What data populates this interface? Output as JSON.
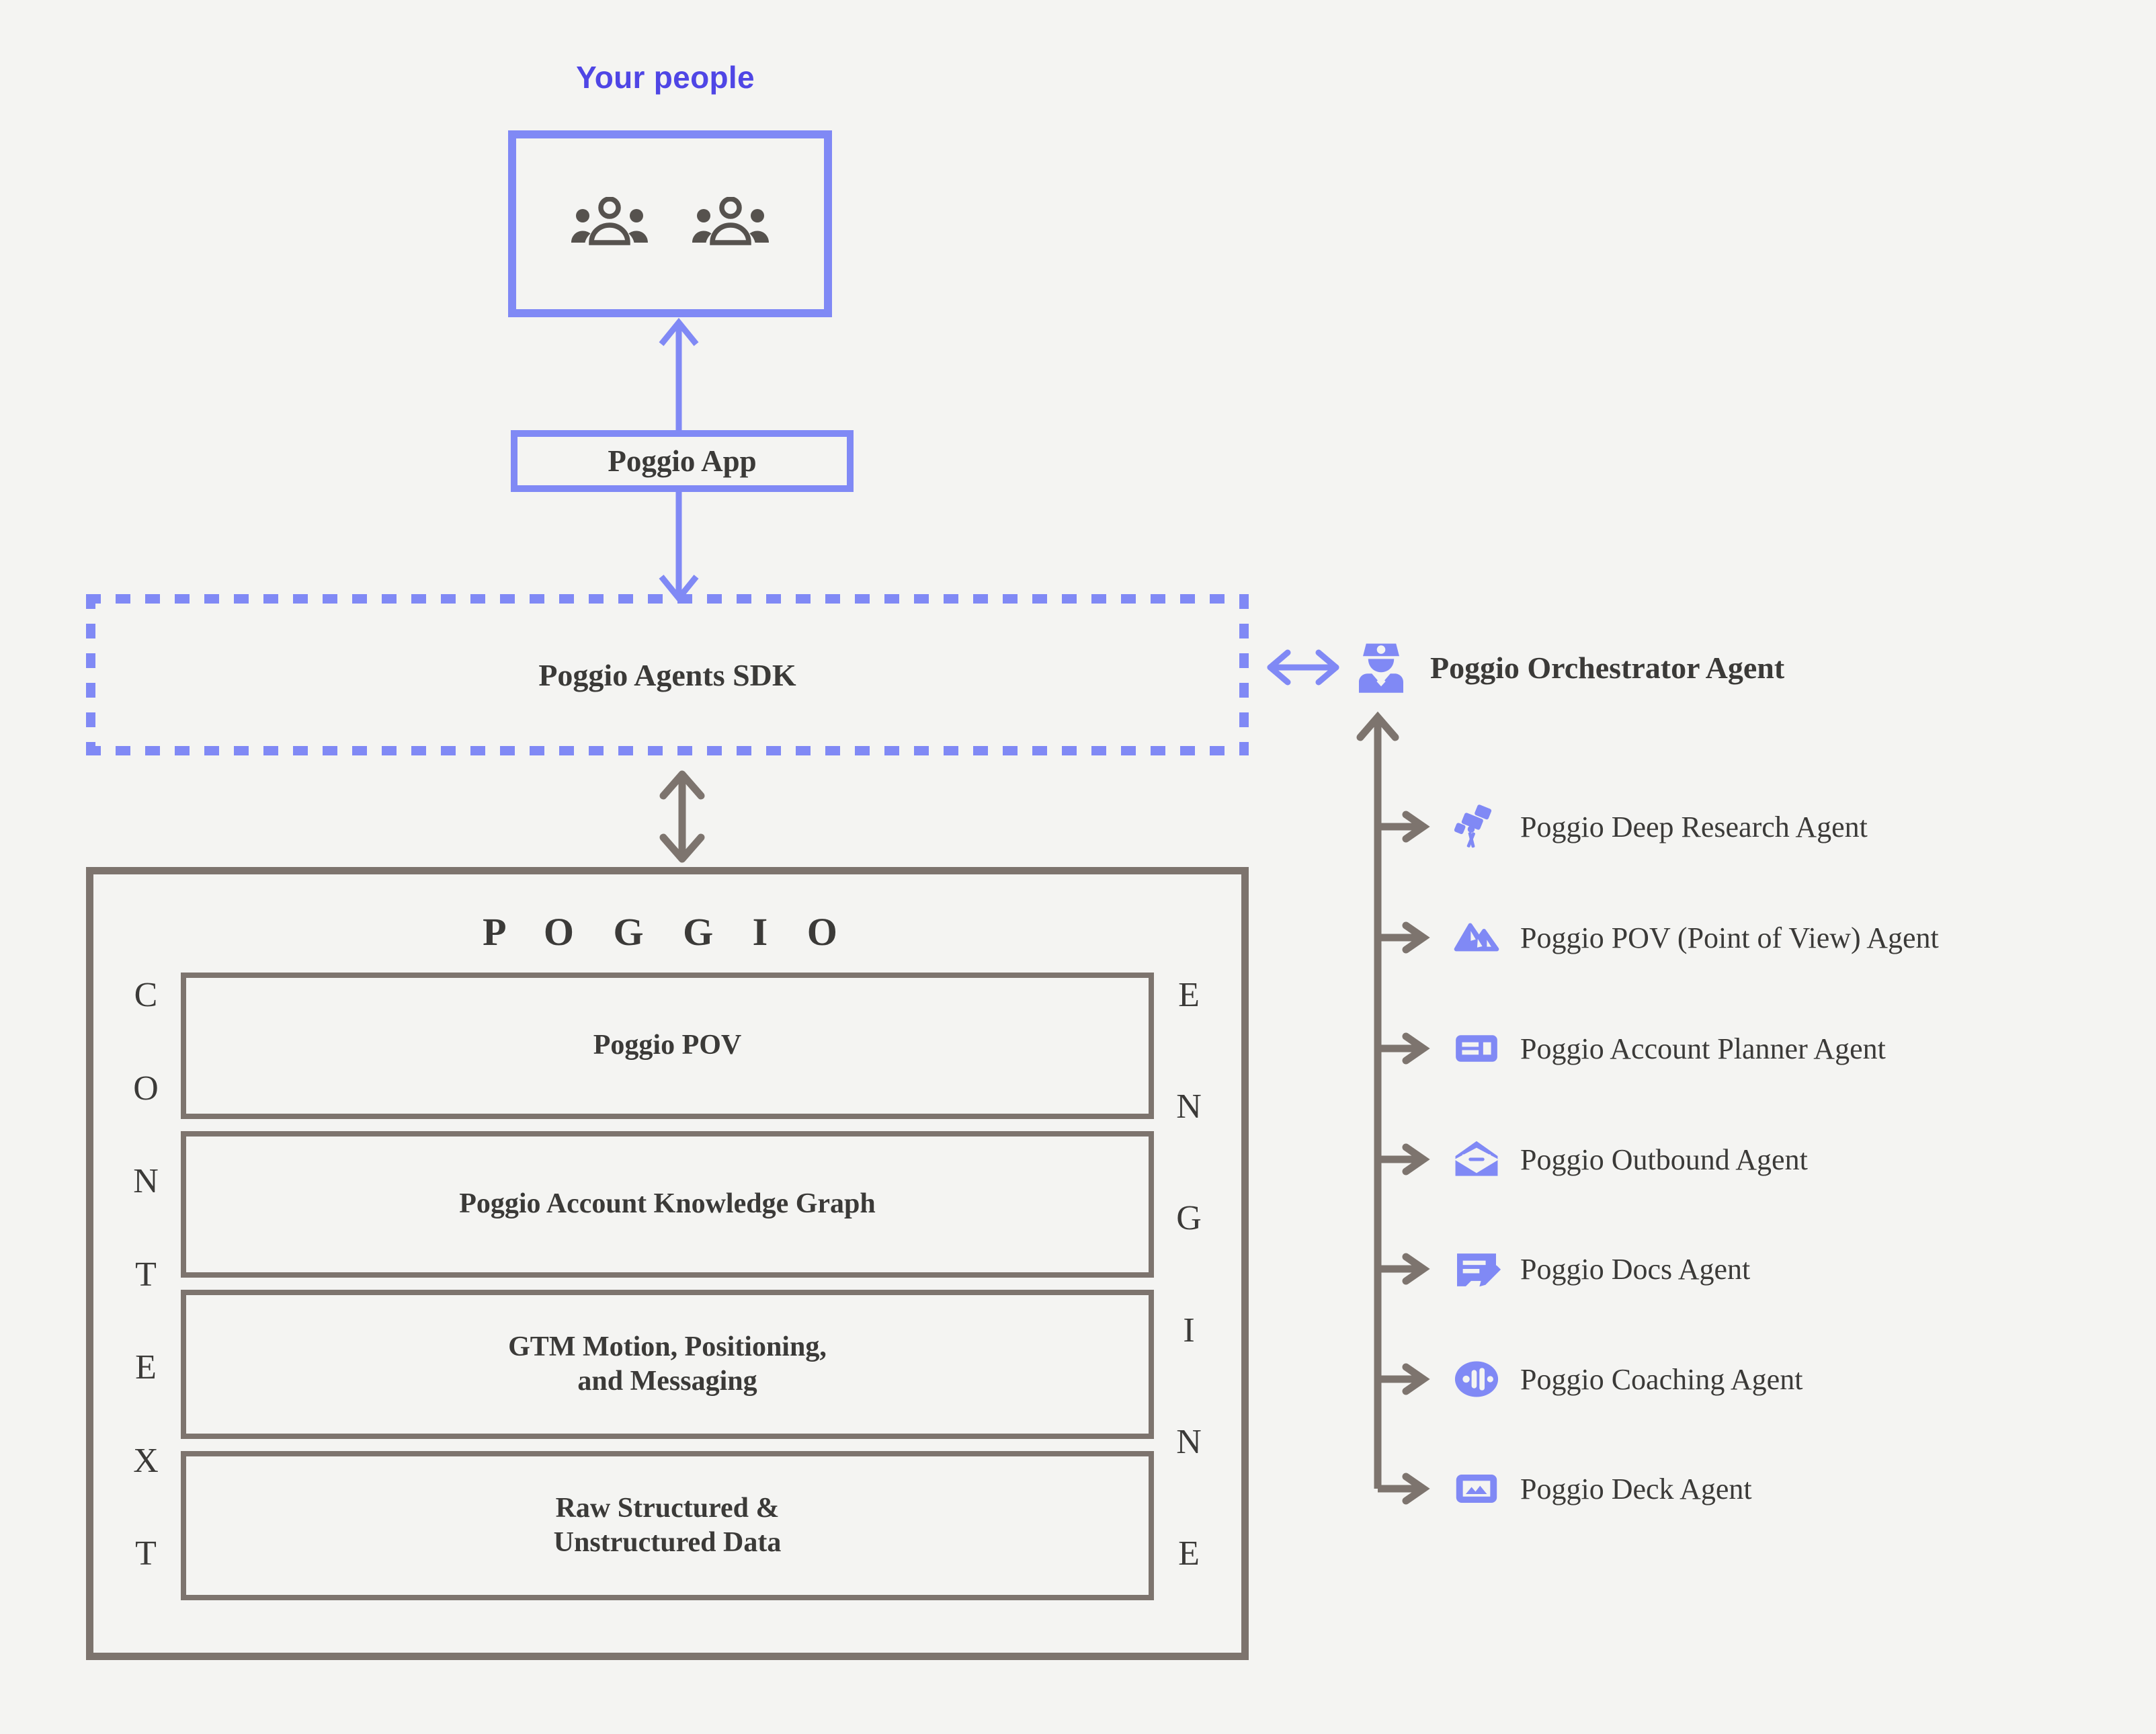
{
  "colors": {
    "background": "#f4f4f2",
    "accent_blue": "#8089f5",
    "label_indigo": "#4f46e5",
    "frame_gray": "#7d746e",
    "text_dark": "#3b3a38"
  },
  "top": {
    "people_label": "Your people",
    "people_icon_name": "groups-icon",
    "app_label": "Poggio App"
  },
  "sdk": {
    "label": "Poggio Agents SDK"
  },
  "orchestrator": {
    "label": "Poggio Orchestrator Agent",
    "icon": "support-agent-icon",
    "link_icon": "bidirectional-arrow-icon"
  },
  "engine": {
    "wordmark": "P O G G I O",
    "left_word": "CONTEXT",
    "right_word": "ENGINE",
    "layers": [
      {
        "label": "Poggio POV"
      },
      {
        "label": "Poggio Account Knowledge Graph"
      },
      {
        "label": "GTM Motion, Positioning,\nand Messaging"
      },
      {
        "label": "Raw Structured &\nUnstructured Data"
      }
    ]
  },
  "agents": [
    {
      "label": "Poggio Deep Research Agent",
      "icon": "telescope-icon"
    },
    {
      "label": "Poggio POV (Point of View) Agent",
      "icon": "mountain-icon"
    },
    {
      "label": "Poggio Account Planner Agent",
      "icon": "planner-card-icon"
    },
    {
      "label": "Poggio Outbound Agent",
      "icon": "open-envelope-icon"
    },
    {
      "label": "Poggio Docs Agent",
      "icon": "note-pencil-icon"
    },
    {
      "label": "Poggio Coaching Agent",
      "icon": "waveform-circle-icon"
    },
    {
      "label": "Poggio Deck Agent",
      "icon": "image-frame-icon"
    }
  ]
}
